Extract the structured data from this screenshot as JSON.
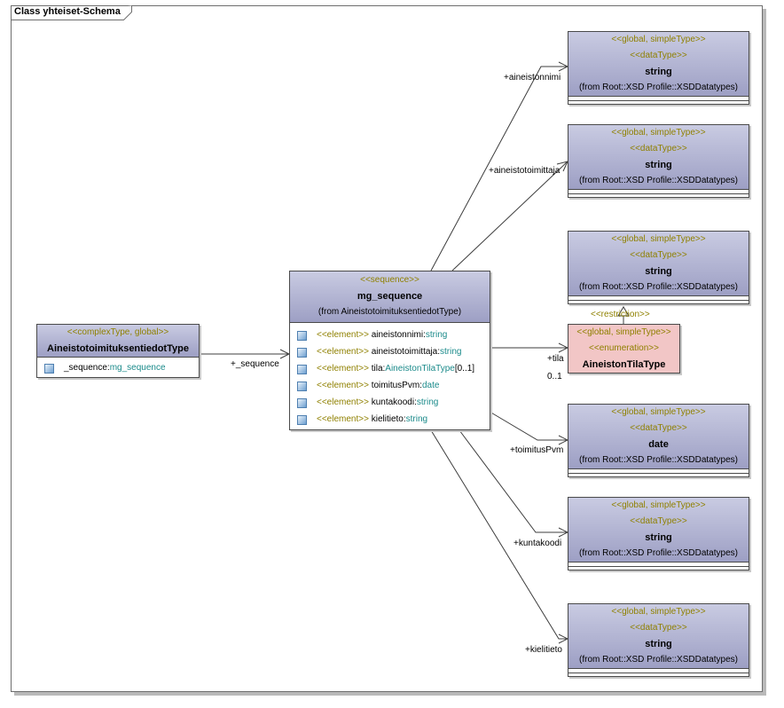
{
  "frame": {
    "title": "Class yhteiset-Schema"
  },
  "complex_type": {
    "stereotype": "<<complexType, global>>",
    "name": "AineistotoimituksentiedotType",
    "attribute": {
      "name": "_sequence:",
      "type": "mg_sequence"
    }
  },
  "sequence": {
    "stereotype": "<<sequence>>",
    "name": "mg_sequence",
    "from": "(from AineistotoimituksentiedotType)",
    "elements": [
      {
        "kw": "<<element>>",
        "name": " aineistonnimi:",
        "type": "string",
        "extra": ""
      },
      {
        "kw": "<<element>>",
        "name": " aineistotoimittaja:",
        "type": "string",
        "extra": ""
      },
      {
        "kw": "<<element>>",
        "name": " tila:",
        "type": "AineistonTilaType",
        "extra": "[0..1]"
      },
      {
        "kw": "<<element>>",
        "name": " toimitusPvm:",
        "type": "date",
        "extra": ""
      },
      {
        "kw": "<<element>>",
        "name": " kuntakoodi:",
        "type": "string",
        "extra": ""
      },
      {
        "kw": "<<element>>",
        "name": " kielitieto:",
        "type": "string",
        "extra": ""
      }
    ]
  },
  "datatypes": [
    {
      "stereo1": "<<global, simpleType>>",
      "stereo2": "<<dataType>>",
      "name": "string",
      "from": "(from Root::XSD Profile::XSDDatatypes)"
    },
    {
      "stereo1": "<<global, simpleType>>",
      "stereo2": "<<dataType>>",
      "name": "string",
      "from": "(from Root::XSD Profile::XSDDatatypes)"
    },
    {
      "stereo1": "<<global, simpleType>>",
      "stereo2": "<<dataType>>",
      "name": "string",
      "from": "(from Root::XSD Profile::XSDDatatypes)"
    },
    {
      "stereo1": "<<global, simpleType>>",
      "stereo2": "<<dataType>>",
      "name": "date",
      "from": "(from Root::XSD Profile::XSDDatatypes)"
    },
    {
      "stereo1": "<<global, simpleType>>",
      "stereo2": "<<dataType>>",
      "name": "string",
      "from": "(from Root::XSD Profile::XSDDatatypes)"
    },
    {
      "stereo1": "<<global, simpleType>>",
      "stereo2": "<<dataType>>",
      "name": "string",
      "from": "(from Root::XSD Profile::XSDDatatypes)"
    }
  ],
  "enumeration": {
    "stereo1": "<<global, simpleType>>",
    "stereo2": "<<enumeration>>",
    "name": "AineistonTilaType"
  },
  "labels": {
    "sequence_role": "+_sequence",
    "aineistonnimi": "+aineistonnimi",
    "aineistotoimittaja": "+aineistotoimittaja",
    "tila": "+tila",
    "tila_mult": "0..1",
    "restriction": "<<restriction>>",
    "toimitusPvm": "+toimitusPvm",
    "kuntakoodi": "+kuntakoodi",
    "kielitieto": "+kielitieto"
  },
  "colors": {
    "header_gradient_top": "#c9cbe2",
    "header_gradient_bottom": "#9d9fc4",
    "enum_header": "#f2c6c6",
    "stereotype_text": "#8f8000",
    "type_text": "#1a8a8a"
  }
}
